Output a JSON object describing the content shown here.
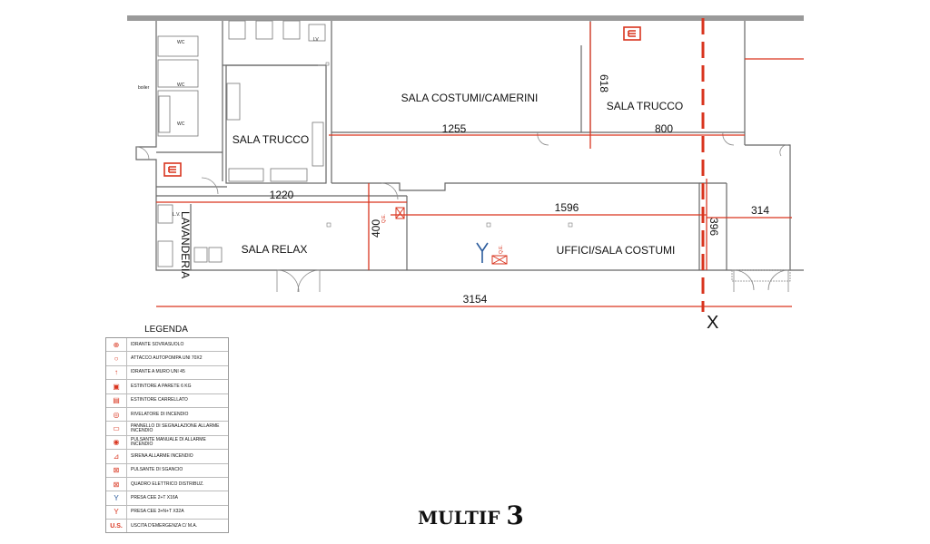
{
  "rooms": {
    "sala_costumi_camerini": "SALA COSTUMI/CAMERINI",
    "sala_trucco_right": "SALA TRUCCO",
    "sala_trucco_left": "SALA TRUCCO",
    "sala_relax": "SALA RELAX",
    "uffici": "UFFICI/SALA COSTUMI",
    "lavanderia": "LAVANDERIA"
  },
  "fixtures": {
    "wc": "WC",
    "boiler": "boiler",
    "lv": "LV",
    "lv2": "L.V.",
    "qe": "Q.E.",
    "qe2": "Q.E."
  },
  "dimensions": {
    "d618": "618",
    "d1255": "1255",
    "d800": "800",
    "d1220": "1220",
    "d1596": "1596",
    "d400": "400",
    "d396": "396",
    "d314": "314",
    "d3154": "3154"
  },
  "section_marker": "X",
  "legend": {
    "title": "LEGENDA",
    "items": [
      {
        "icon": "⊕",
        "icon_name": "idrante-sovrasuolo-icon",
        "label": "IDRANTE SOVRASUOLO"
      },
      {
        "icon": "○",
        "icon_name": "attacco-autopompa-icon",
        "label": "ATTACCO AUTOPOMPA UNI 70x2"
      },
      {
        "icon": "↑",
        "icon_name": "idrante-muro-icon",
        "label": "IDRANTE A MURO UNI 45"
      },
      {
        "icon": "▣",
        "icon_name": "estintore-parete-icon",
        "label": "ESTINTORE A PARETE 6 kg"
      },
      {
        "icon": "▤",
        "icon_name": "estintore-carrellato-icon",
        "label": "ESTINTORE CARRELLATO"
      },
      {
        "icon": "◎",
        "icon_name": "rivelatore-icon",
        "label": "RIVELATORE DI INCENDIO"
      },
      {
        "icon": "▭",
        "icon_name": "pannello-segnalazione-icon",
        "label": "PANNELLO DI SEGNALAZIONE ALLARME INCENDIO"
      },
      {
        "icon": "◉",
        "icon_name": "pulsante-manuale-icon",
        "label": "PULSANTE MANUALE DI ALLARME INCENDIO"
      },
      {
        "icon": "⊿",
        "icon_name": "sirena-icon",
        "label": "SIRENA ALLARME INCENDIO"
      },
      {
        "icon": "⊠",
        "icon_name": "pulsante-sgancio-icon",
        "label": "PULSANTE DI SGANCIO"
      },
      {
        "icon": "⊠",
        "icon_name": "quadro-elettrico-icon",
        "label": "QUADRO ELETTRICO DISTRIBUZ."
      },
      {
        "icon": "Y",
        "icon_name": "presa-cee-16a-icon",
        "label": "PRESA CEE 2+T x16A"
      },
      {
        "icon": "Y",
        "icon_name": "presa-cee-32a-icon",
        "label": "PRESA CEE 3+N+T x32A"
      },
      {
        "icon": "U.S.",
        "icon_name": "uscita-emergenza-icon",
        "label": "USCITA D'EMERGENZA c/ M.A."
      }
    ]
  },
  "brand": {
    "name": "MULTIF",
    "number": "3"
  },
  "colors": {
    "dimension": "#d9351f",
    "wall": "#555555",
    "background": "#ffffff"
  }
}
